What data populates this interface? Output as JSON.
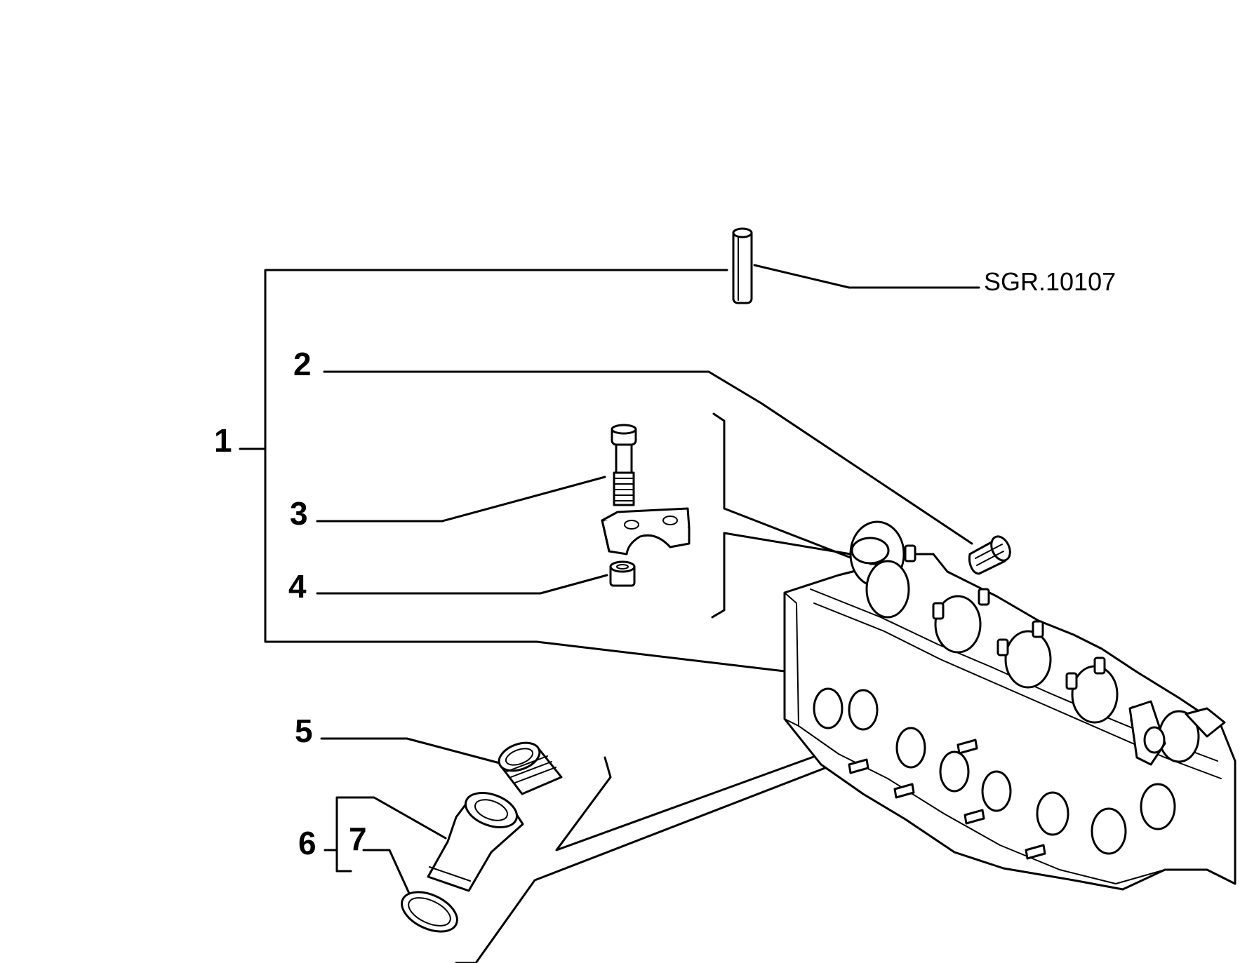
{
  "diagram": {
    "reference_code": "SGR.10107",
    "callouts": [
      {
        "id": "1",
        "label": "1"
      },
      {
        "id": "2",
        "label": "2"
      },
      {
        "id": "3",
        "label": "3"
      },
      {
        "id": "4",
        "label": "4"
      },
      {
        "id": "5",
        "label": "5"
      },
      {
        "id": "6",
        "label": "6"
      },
      {
        "id": "7",
        "label": "7"
      }
    ],
    "line_color": "#000000",
    "background_color": "#ffffff"
  }
}
